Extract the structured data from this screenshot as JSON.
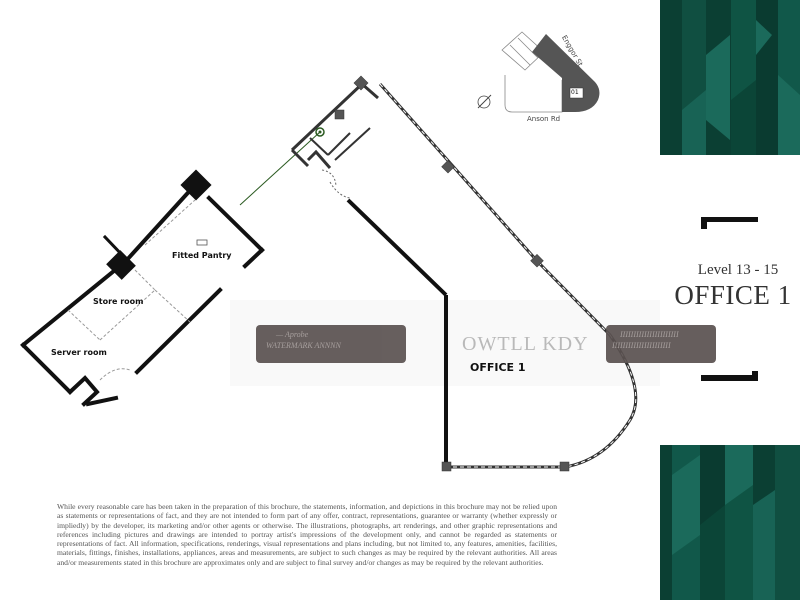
{
  "page": {
    "type": "floor-plan-brochure"
  },
  "key_plan": {
    "street_north_east": "Enggor St",
    "street_south": "Anson Rd",
    "unit_tag": "01",
    "compass_icon": "north-arrow-icon",
    "highlight_color": "#555555"
  },
  "title_block": {
    "level_range": "Level 13 - 15",
    "unit_name": "OFFICE 1"
  },
  "rooms": [
    {
      "label": "Fitted Pantry"
    },
    {
      "label": "Store room"
    },
    {
      "label": "Server room"
    },
    {
      "label": "OFFICE 1"
    }
  ],
  "ghost_overlay_text": "OWTLL KDY",
  "watermarks": [
    {
      "text_line1": "— Aprobe",
      "text_line2": "WATERMARK ANNNN"
    },
    {
      "text_line1": "IIIIIIIIIIIIIIIIIIIIII",
      "text_line2": "IIIIIIIIIIIIIIIIIIIIII"
    }
  ],
  "disclaimer": "While every reasonable care has been taken in the preparation of this brochure, the statements, information, and depictions in this brochure may not be relied upon as statements or representations of fact, and they are not intended to form part of any offer, contract, representations, guarantee or warranty (whether expressly or impliedly) by the developer, its marketing and/or other agents or otherwise. The illustrations, photographs, art renderings, and other graphic representations and references including pictures and drawings are intended to portray artist's impressions of the development only, and cannot be regarded as statements or representations of fact. All information, specifications, renderings, visual representations and plans including, but not limited to, any features, amenities, facilities, materials, fittings, finishes, installations, appliances, areas and measurements, are subject to such changes as may be required by the relevant authorities. All areas and/or measurements stated in this brochure are approximates only and are subject to final survey and/or changes as may be required by the relevant authorities.",
  "colors": {
    "brand_green_dark": "#0b3f33",
    "brand_green_mid": "#0f5444",
    "brand_green_light": "#1a6656",
    "wall": "#111111",
    "column": "#555555"
  }
}
